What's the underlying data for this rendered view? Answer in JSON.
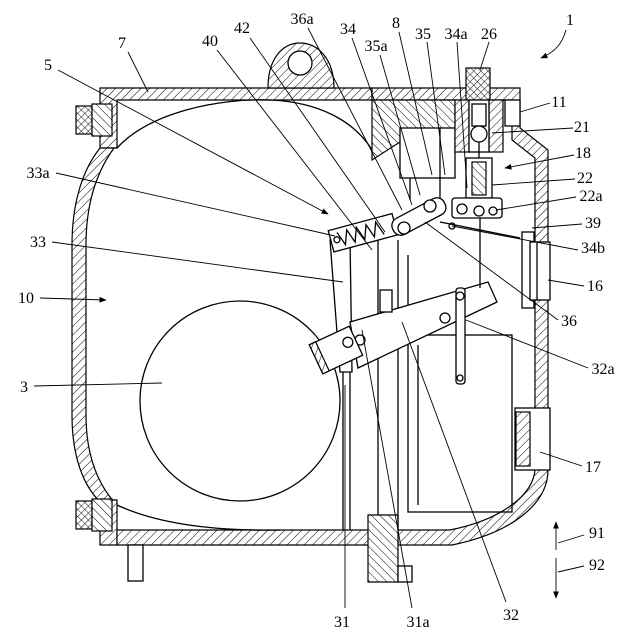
{
  "figure": {
    "reference_numerals": {
      "n1": "1",
      "n3": "3",
      "n5": "5",
      "n7": "7",
      "n8": "8",
      "n10": "10",
      "n11": "11",
      "n16": "16",
      "n17": "17",
      "n18": "18",
      "n21": "21",
      "n22": "22",
      "n22a": "22a",
      "n26": "26",
      "n31": "31",
      "n31a": "31a",
      "n32": "32",
      "n32a": "32a",
      "n33": "33",
      "n33a": "33a",
      "n34": "34",
      "n34a": "34a",
      "n34b": "34b",
      "n35": "35",
      "n35a": "35a",
      "n36": "36",
      "n36a": "36a",
      "n39": "39",
      "n40": "40",
      "n42": "42",
      "n91": "91",
      "n92": "92"
    }
  }
}
